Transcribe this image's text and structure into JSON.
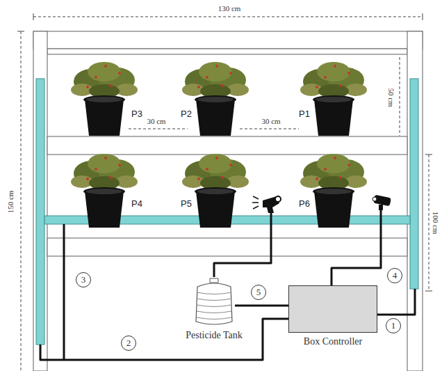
{
  "diagram": {
    "nodes": [
      {
        "text": [
          "Pesticide Tank"
        ]
      },
      {
        "text": [
          "Box Controller"
        ]
      }
    ],
    "edges": [
      {
        "from": 0,
        "to": 1,
        "arrow": "none"
      }
    ],
    "labels": [
      "130 cm",
      "150 cm",
      "100 cm",
      "50 cm",
      "30 cm",
      "30 cm",
      "P3",
      "P2",
      "P1",
      "P4",
      "P5",
      "P6",
      "1",
      "2",
      "3",
      "4",
      "5"
    ]
  }
}
